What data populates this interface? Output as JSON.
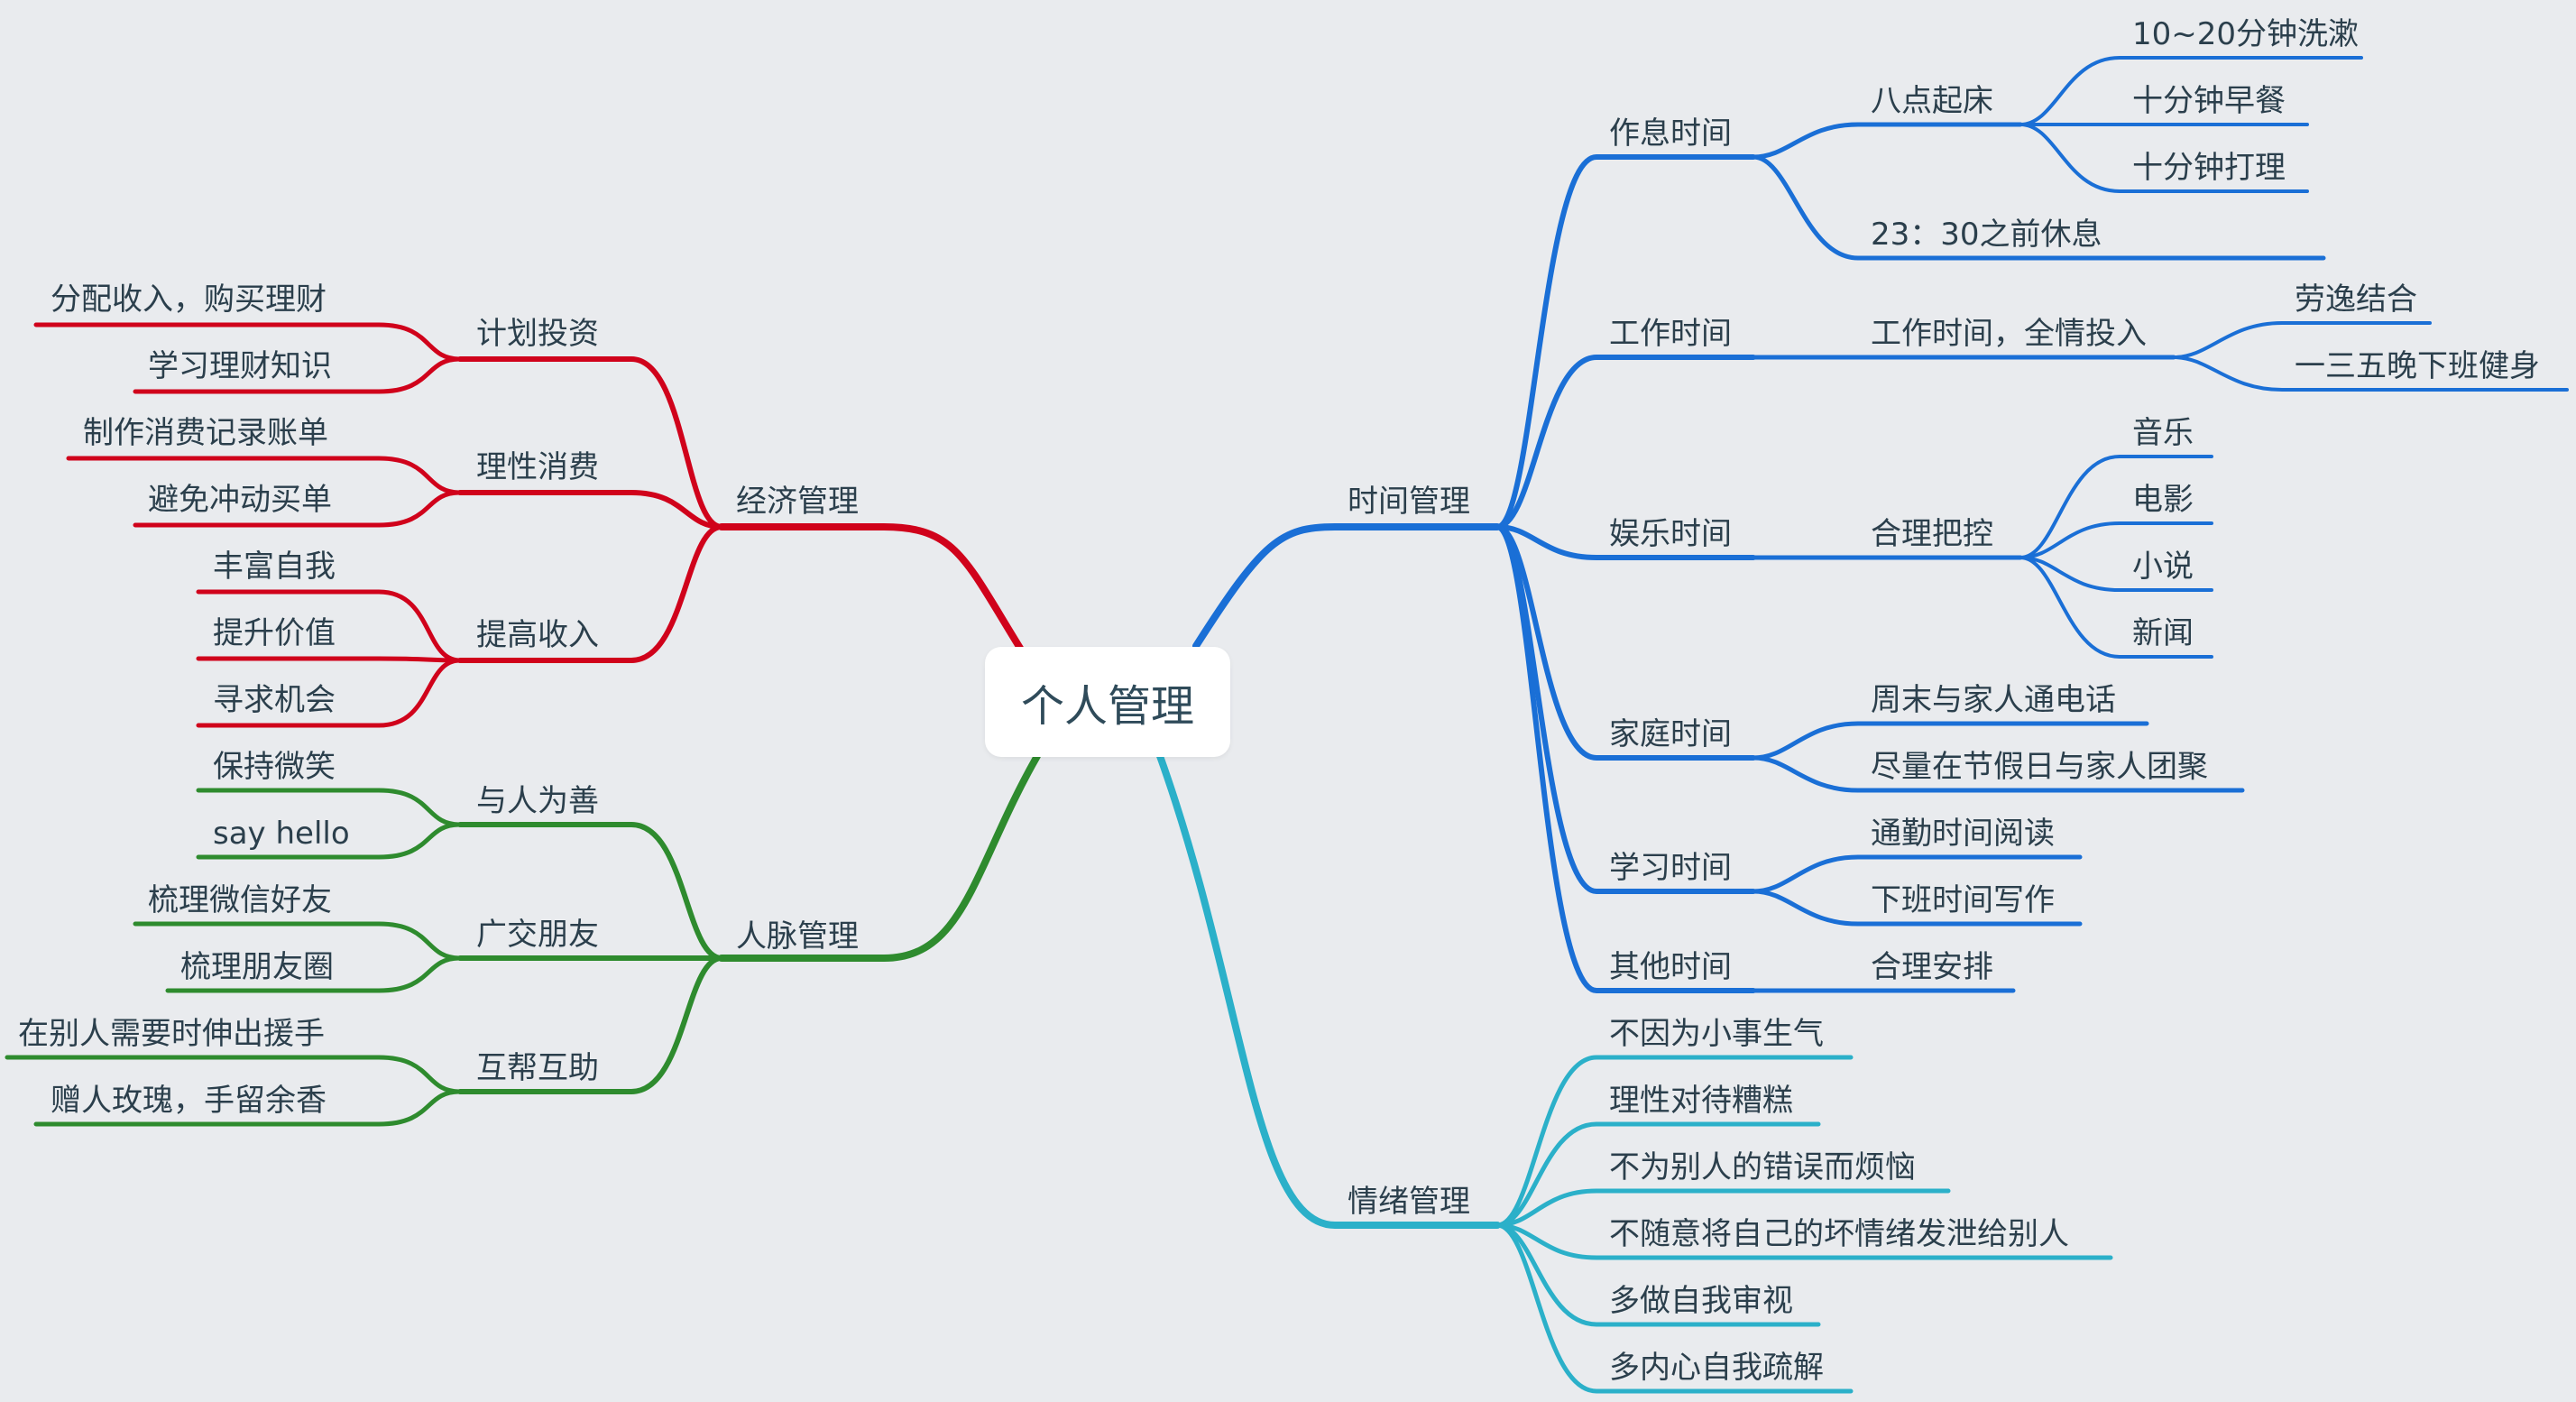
{
  "root": "个人管理",
  "colors": {
    "background": "#e9ebee",
    "economy": "#d0021b",
    "relations": "#2e8b2e",
    "time": "#1a6fd6",
    "emotion": "#2bb0c9",
    "text": "#2b3f4c"
  },
  "branches": {
    "economy": {
      "label": "经济管理",
      "children": [
        {
          "label": "计划投资",
          "children": [
            "分配收入，购买理财",
            "学习理财知识"
          ]
        },
        {
          "label": "理性消费",
          "children": [
            "制作消费记录账单",
            "避免冲动买单"
          ]
        },
        {
          "label": "提高收入",
          "children": [
            "丰富自我",
            "提升价值",
            "寻求机会"
          ]
        }
      ]
    },
    "relations": {
      "label": "人脉管理",
      "children": [
        {
          "label": "与人为善",
          "children": [
            "保持微笑",
            "say hello"
          ]
        },
        {
          "label": "广交朋友",
          "children": [
            "梳理微信好友",
            "梳理朋友圈"
          ]
        },
        {
          "label": "互帮互助",
          "children": [
            "在别人需要时伸出援手",
            "赠人玫瑰，手留余香"
          ]
        }
      ]
    },
    "time": {
      "label": "时间管理",
      "children": [
        {
          "label": "作息时间",
          "children": [
            {
              "label": "八点起床",
              "children": [
                "10~20分钟洗漱",
                "十分钟早餐",
                "十分钟打理"
              ]
            },
            {
              "label": "23：30之前休息"
            }
          ]
        },
        {
          "label": "工作时间",
          "children": [
            {
              "label": "工作时间，全情投入",
              "children": [
                "劳逸结合",
                "一三五晚下班健身"
              ]
            }
          ]
        },
        {
          "label": "娱乐时间",
          "children": [
            {
              "label": "合理把控",
              "children": [
                "音乐",
                "电影",
                "小说",
                "新闻"
              ]
            }
          ]
        },
        {
          "label": "家庭时间",
          "children": [
            {
              "label": "周末与家人通电话"
            },
            {
              "label": "尽量在节假日与家人团聚"
            }
          ]
        },
        {
          "label": "学习时间",
          "children": [
            {
              "label": "通勤时间阅读"
            },
            {
              "label": "下班时间写作"
            }
          ]
        },
        {
          "label": "其他时间",
          "children": [
            {
              "label": "合理安排"
            }
          ]
        }
      ]
    },
    "emotion": {
      "label": "情绪管理",
      "children": [
        "不因为小事生气",
        "理性对待糟糕",
        "不为别人的错误而烦恼",
        "不随意将自己的坏情绪发泄给别人",
        "多做自我审视",
        "多内心自我疏解"
      ]
    }
  }
}
